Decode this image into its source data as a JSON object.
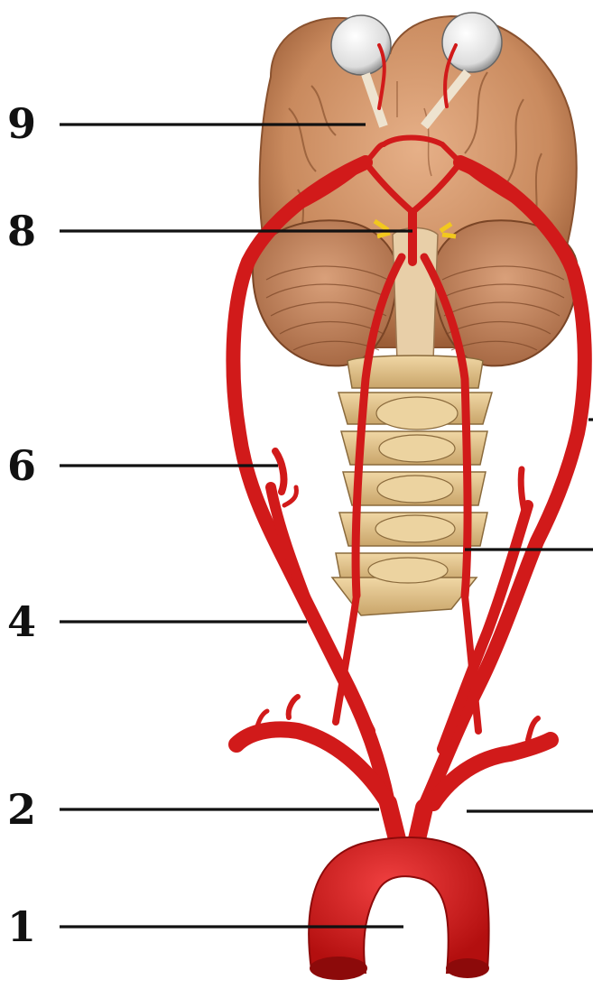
{
  "labels": {
    "label_9": "9",
    "label_8": "8",
    "label_6": "6",
    "label_4": "4",
    "label_2": "2",
    "label_1": "1"
  },
  "colors": {
    "artery": "#d11a1a",
    "artery_dark": "#a80d0d",
    "brain": "#d49a6a",
    "cerebellum": "#c98a5e",
    "vertebra": "#e6c78f",
    "eye": "#f2f2f2"
  }
}
